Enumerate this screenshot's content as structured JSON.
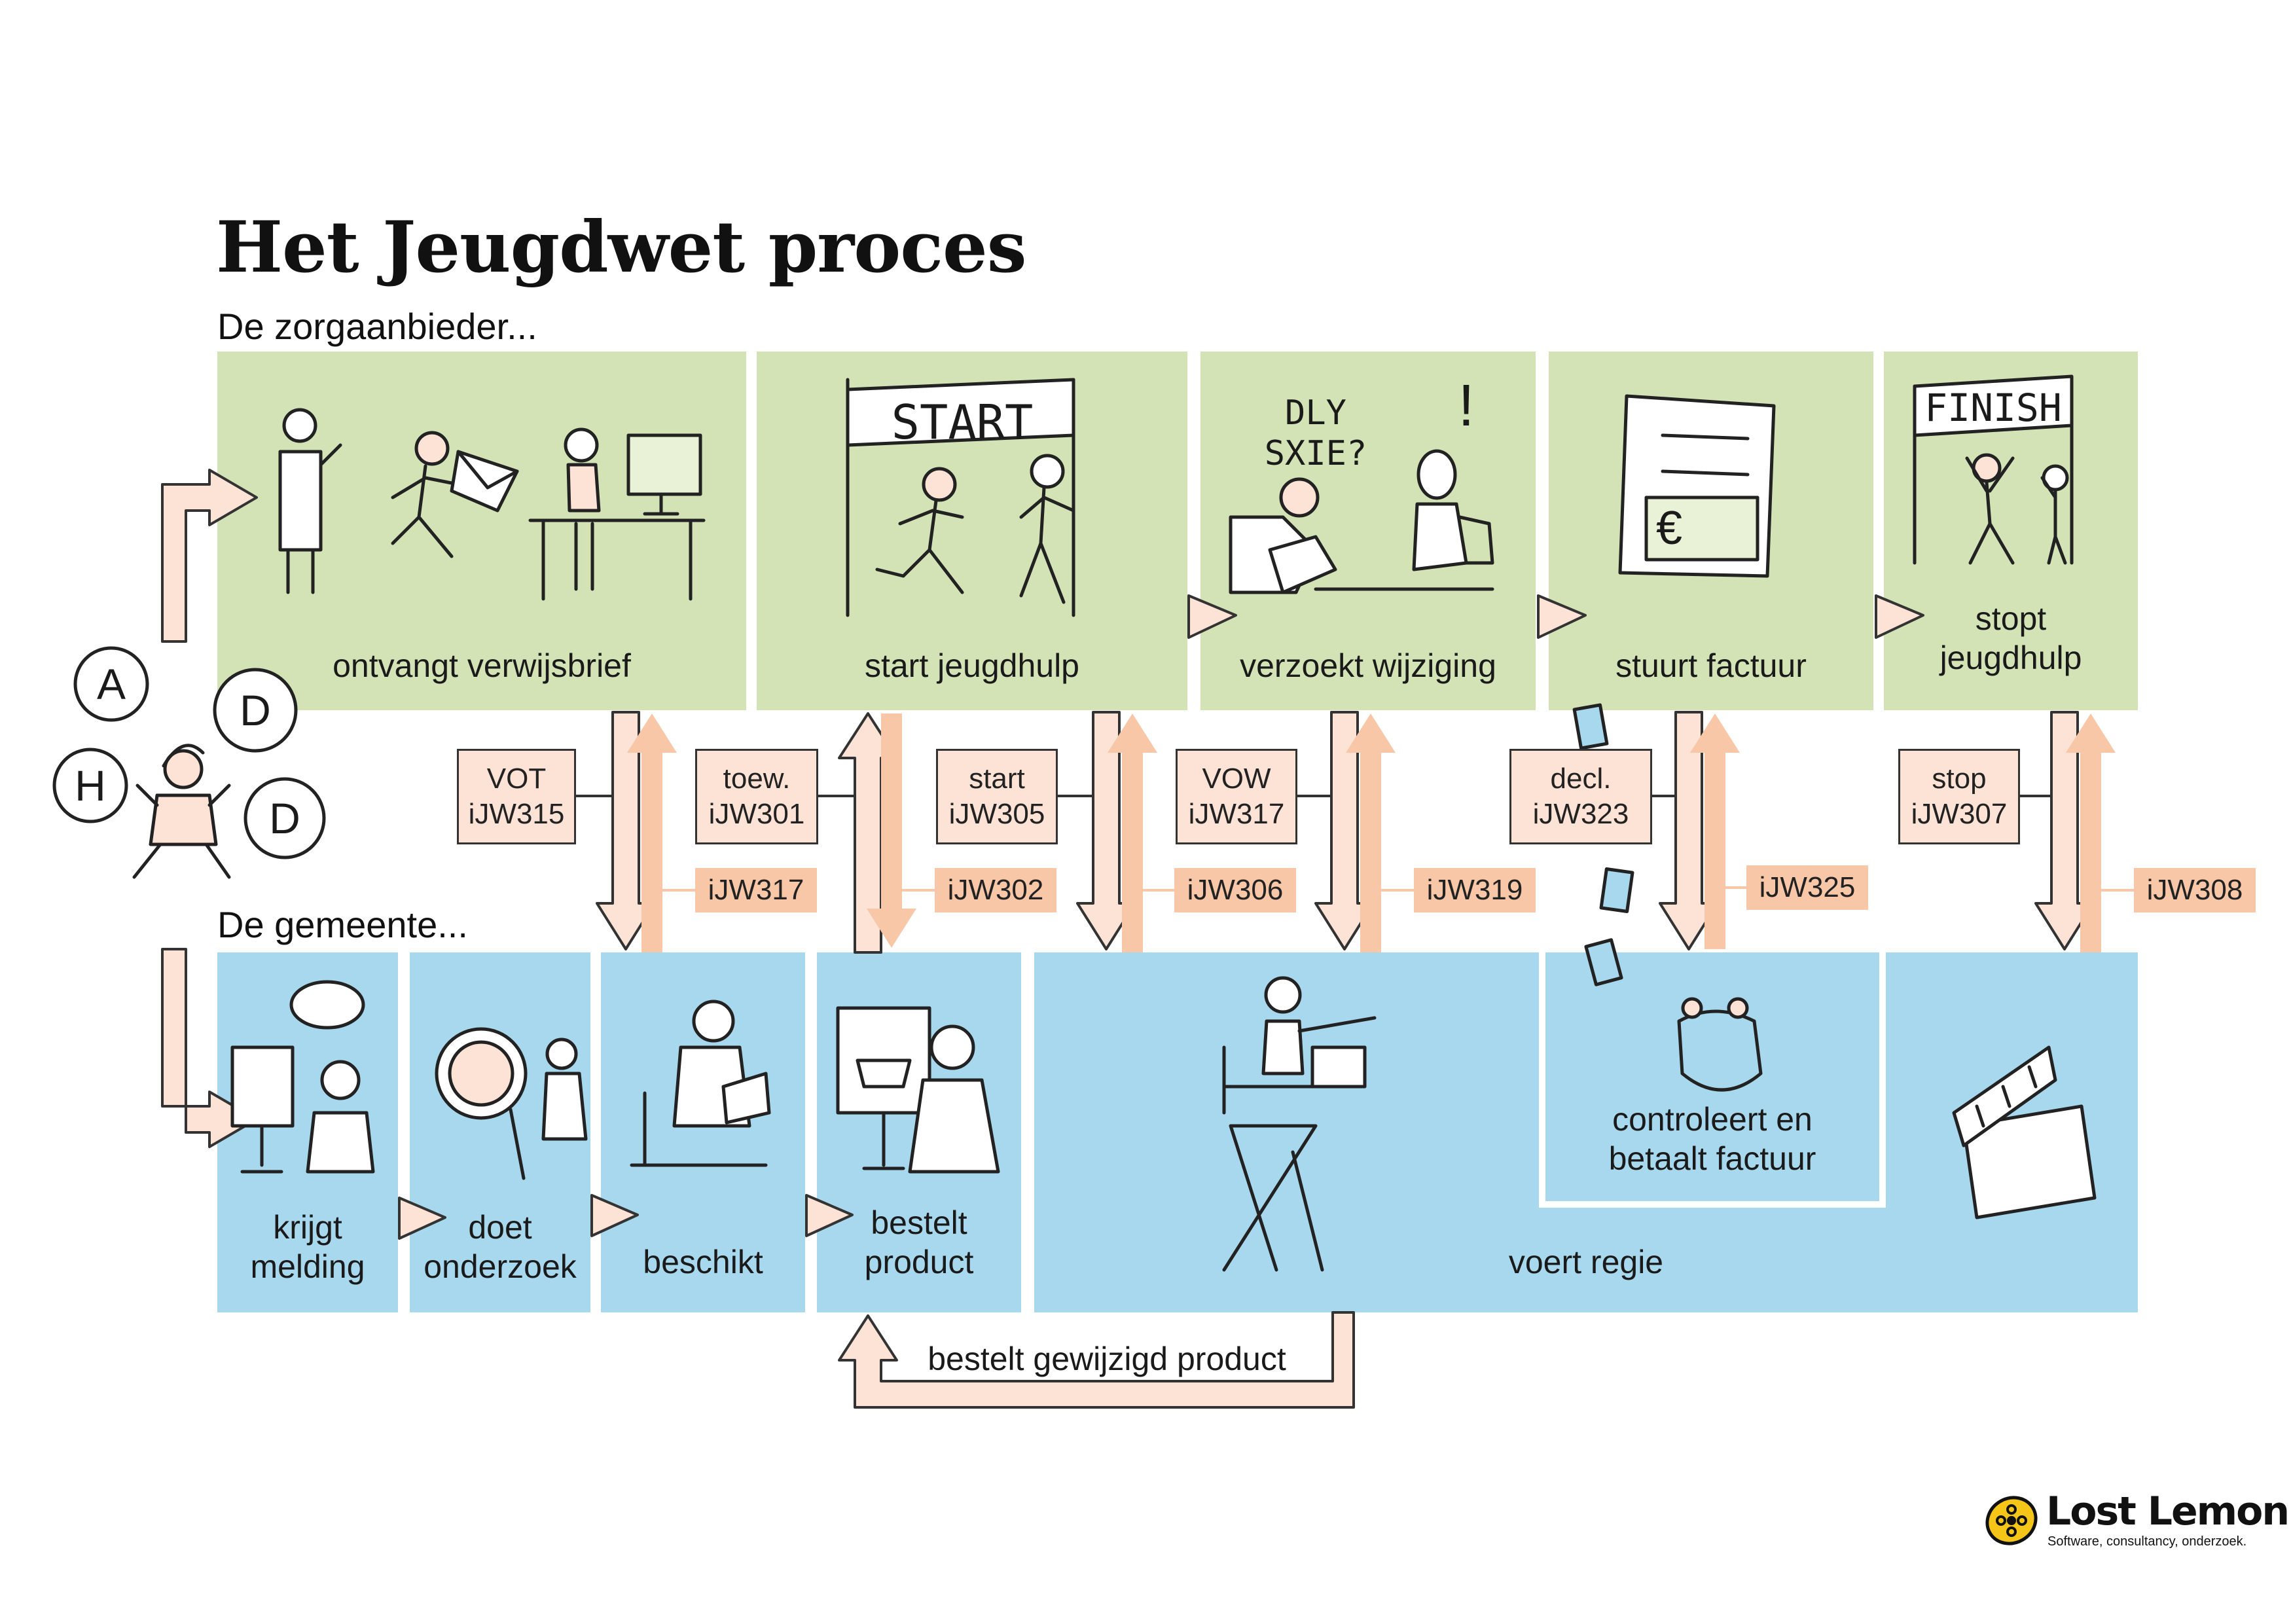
{
  "title": "Het Jeugdwet proces",
  "provider_label": "De zorgaanbieder...",
  "municipality_label": "De gemeente...",
  "provider_steps": [
    {
      "label": "ontvangt verwijsbrief"
    },
    {
      "label": "start jeugdhulp",
      "banner": "START"
    },
    {
      "label": "verzoekt wijziging",
      "thought": "DLY SXIE?",
      "exclaim": "!"
    },
    {
      "label": "stuurt factuur",
      "currency": "€"
    },
    {
      "label_1": "stopt",
      "label_2": "jeugdhulp",
      "banner": "FINISH"
    }
  ],
  "municipality_steps": [
    {
      "label_1": "krijgt",
      "label_2": "melding"
    },
    {
      "label_1": "doet",
      "label_2": "onderzoek"
    },
    {
      "label": "beschikt"
    },
    {
      "label_1": "bestelt",
      "label_2": "product"
    },
    {
      "label": "voert regie"
    },
    {
      "label_1": "controleert en",
      "label_2": "betaalt factuur"
    }
  ],
  "messages": [
    {
      "line1": "VOT",
      "line2": "iJW315"
    },
    {
      "line1": "toew.",
      "line2": "iJW301"
    },
    {
      "line1": "start",
      "line2": "iJW305"
    },
    {
      "line1": "VOW",
      "line2": "iJW317"
    },
    {
      "line1": "decl.",
      "line2": "iJW323"
    },
    {
      "line1": "stop",
      "line2": "iJW307"
    }
  ],
  "return_messages": [
    "iJW317",
    "iJW302",
    "iJW306",
    "iJW319",
    "iJW325",
    "iJW308"
  ],
  "loop_label": "bestelt gewijzigd product",
  "child_bubbles": [
    "A",
    "D",
    "H",
    "D"
  ],
  "logo": {
    "name": "Lost Lemon",
    "tagline": "Software, consultancy, onderzoek."
  },
  "colors": {
    "provider": "#d3e3b6",
    "municipality": "#a8d8ee",
    "arrow_fill": "#fde3d6",
    "return_fill": "#f8c7a8"
  }
}
